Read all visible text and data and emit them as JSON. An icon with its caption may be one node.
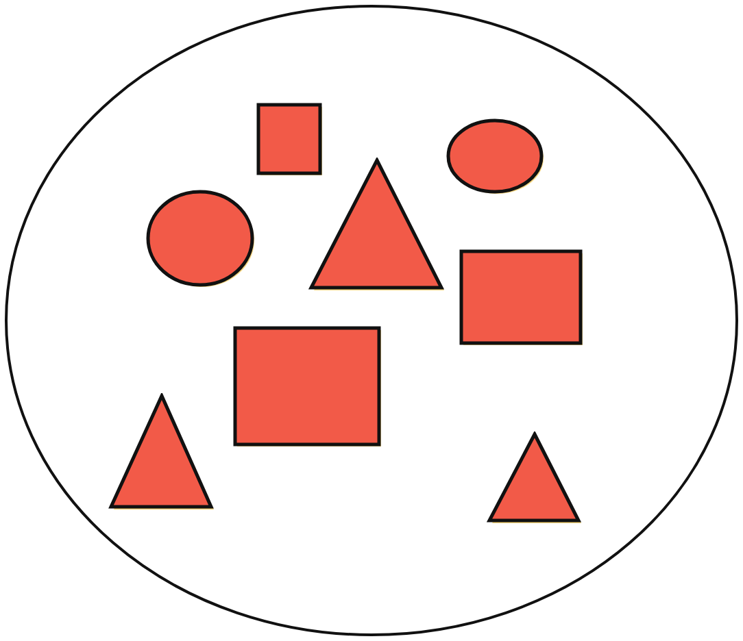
{
  "diagram": {
    "nodes": [
      {
        "text": [],
        "shape": "circle"
      },
      {
        "text": [],
        "shape": "box",
        "in": 0
      },
      {
        "text": [],
        "shape": "circle",
        "in": 0
      },
      {
        "text": [],
        "shape": "circle",
        "in": 0
      },
      {
        "text": [],
        "shape": "triangle",
        "in": 0
      },
      {
        "text": [],
        "shape": "box",
        "in": 0
      },
      {
        "text": [],
        "shape": "box",
        "in": 0
      },
      {
        "text": [],
        "shape": "triangle",
        "in": 0
      },
      {
        "text": [],
        "shape": "triangle",
        "in": 0
      }
    ]
  }
}
